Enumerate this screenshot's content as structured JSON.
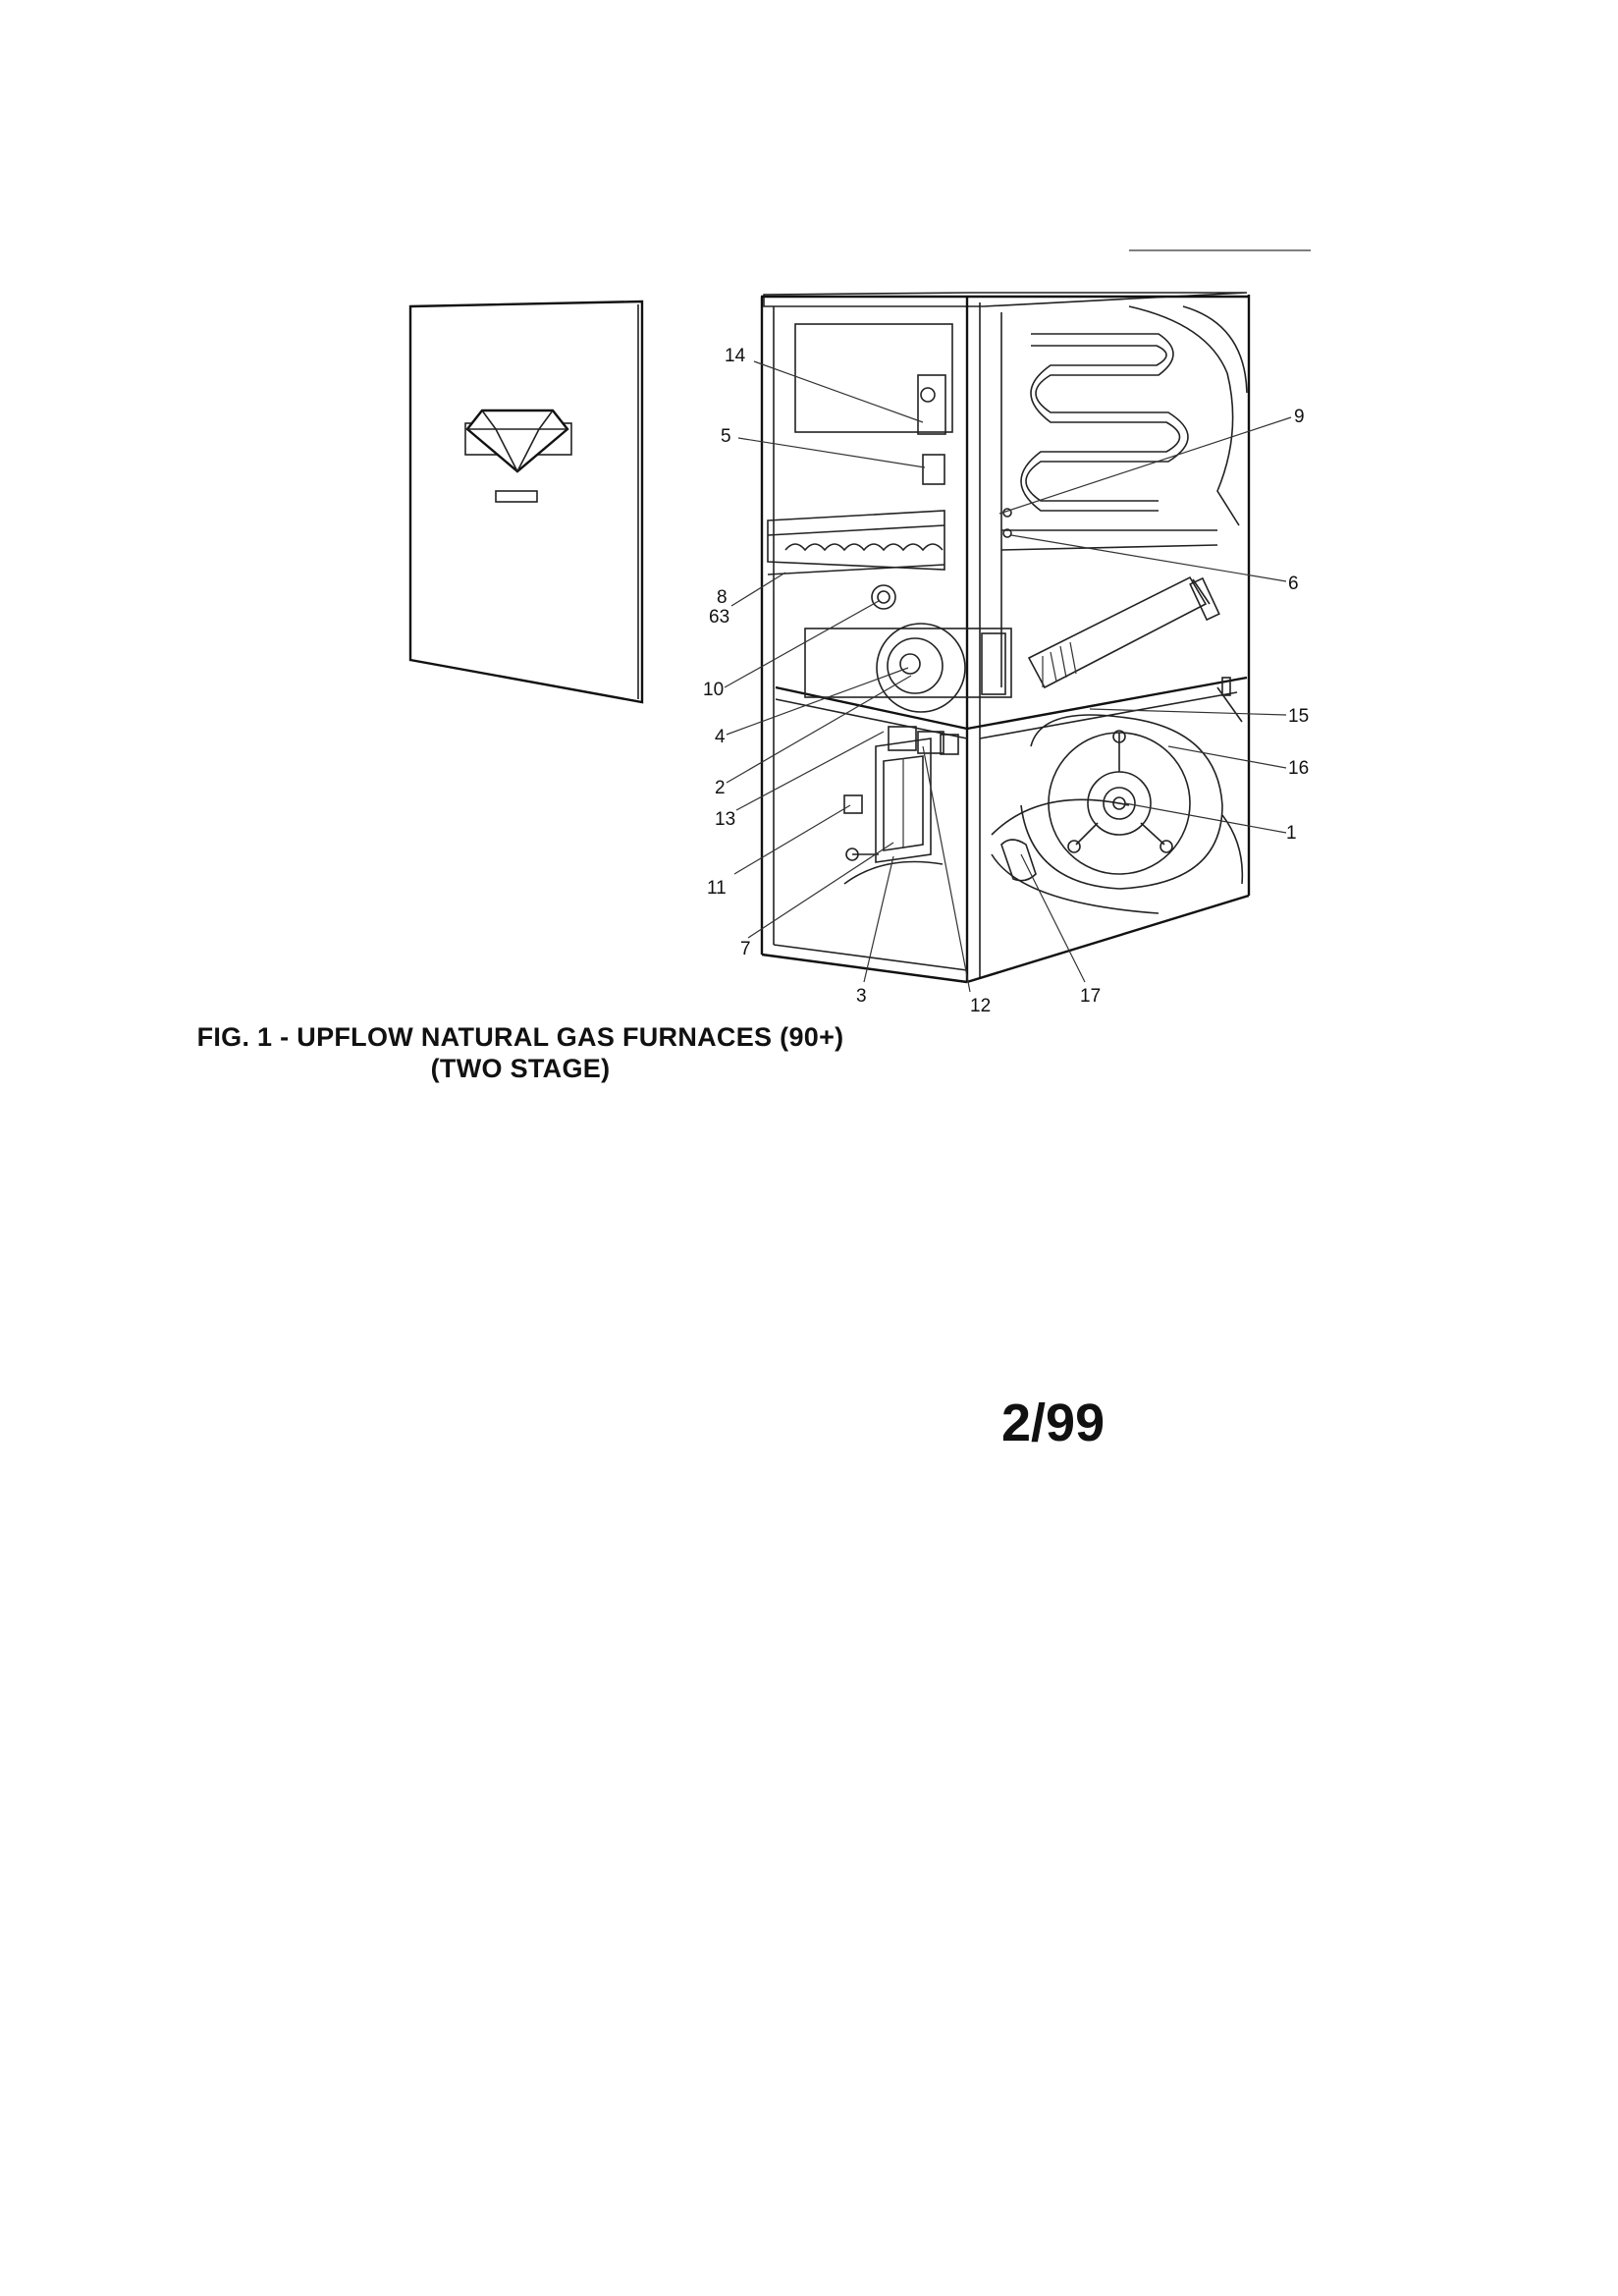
{
  "figure": {
    "caption_line1": "FIG. 1 - UPFLOW NATURAL GAS FURNACES (90+)",
    "caption_line2": "(TWO STAGE)",
    "date_code": "2/99"
  },
  "callouts": [
    {
      "id": "c14",
      "label": "14"
    },
    {
      "id": "c5",
      "label": "5"
    },
    {
      "id": "c9",
      "label": "9"
    },
    {
      "id": "c6",
      "label": "6"
    },
    {
      "id": "c8",
      "label": "8"
    },
    {
      "id": "c63",
      "label": "63"
    },
    {
      "id": "c10",
      "label": "10"
    },
    {
      "id": "c4",
      "label": "4"
    },
    {
      "id": "c15",
      "label": "15"
    },
    {
      "id": "c16",
      "label": "16"
    },
    {
      "id": "c2",
      "label": "2"
    },
    {
      "id": "c13",
      "label": "13"
    },
    {
      "id": "c1",
      "label": "1"
    },
    {
      "id": "c11",
      "label": "11"
    },
    {
      "id": "c7",
      "label": "7"
    },
    {
      "id": "c3",
      "label": "3"
    },
    {
      "id": "c12",
      "label": "12"
    },
    {
      "id": "c17",
      "label": "17"
    }
  ]
}
